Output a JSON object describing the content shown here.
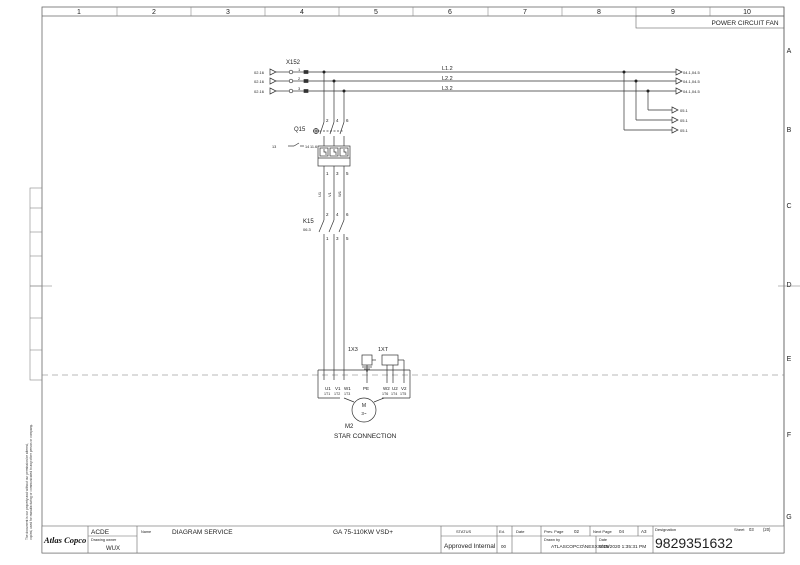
{
  "columns": [
    "1",
    "2",
    "3",
    "4",
    "5",
    "6",
    "7",
    "8",
    "9",
    "10"
  ],
  "rows": [
    "A",
    "B",
    "C",
    "D",
    "E",
    "F",
    "G"
  ],
  "header": {
    "title": "POWER CIRCUIT FAN"
  },
  "terminal": {
    "id": "X152",
    "pins": [
      "1",
      "2",
      "3"
    ],
    "refs": [
      "02.16",
      "02.16",
      "02.16"
    ]
  },
  "lines": {
    "labels": [
      "L1.2",
      "L2.2",
      "L3.2"
    ],
    "refs_right": [
      "04.1,04.5",
      "04.1,04.5",
      "04.1,04.5"
    ],
    "refs_branch": [
      "05.1",
      "05.1",
      "05.1"
    ]
  },
  "breaker": {
    "id": "Q15",
    "top_pins": [
      "2",
      "4",
      "6"
    ],
    "bottom_pins": [
      "1",
      "3",
      "5"
    ],
    "aux_label": "13",
    "aux_label2": "14",
    "aux_ref": "11.6"
  },
  "wires": [
    "U1",
    "V1",
    "W1"
  ],
  "contactor": {
    "id": "K15",
    "ref": "06.3",
    "top_pins": [
      "2",
      "4",
      "6"
    ],
    "bottom_pins": [
      "1",
      "3",
      "5"
    ]
  },
  "earth_block": {
    "id": "1X3"
  },
  "thermal_block": {
    "id": "1XT"
  },
  "motor": {
    "id": "M2",
    "symbol": "M",
    "phase": "3~",
    "terminals_left": [
      "U1",
      "V1",
      "W1"
    ],
    "terminals_left_sub": [
      "1T1",
      "1T2",
      "1T3"
    ],
    "pe": "PE",
    "terminals_right": [
      "W2",
      "U2",
      "V2"
    ],
    "terminals_right_sub": [
      "1T6",
      "1T4",
      "1T5"
    ],
    "caption": "STAR CONNECTION"
  },
  "side_note": [
    "The document is our property and without our permission be altered,",
    "copied, used for manufacturing or communicated to any other person or company."
  ],
  "title_block": {
    "company": "Atlas Copco",
    "code": "ACDE",
    "owner_label": "Drawing owner",
    "owner": "WUX",
    "name_label": "Name",
    "name": "DIAGRAM SERVICE",
    "model": "GA 75-110KW VSD+",
    "status_label": "STATUS",
    "status": "Approved Internal",
    "ed_label": "Ed.",
    "ed": "00",
    "date_label": "Date",
    "prev_label": "Prev. Page",
    "prev": "02",
    "next_label": "Next Page",
    "next": "04",
    "size": "A3",
    "drawn_label": "Drawn by",
    "drawn_by": "ATLASCOPCO\\NESXS009",
    "date2_label": "Date",
    "date2": "9/15/2020 1:35:31 PM",
    "designation_label": "Designation",
    "sheet_label": "Sheet",
    "sheet": "03",
    "sheet_total": "(20)",
    "designation": "9829351632"
  },
  "colors": {
    "line": "#333333",
    "frame": "#555555",
    "grid": "#999999"
  }
}
